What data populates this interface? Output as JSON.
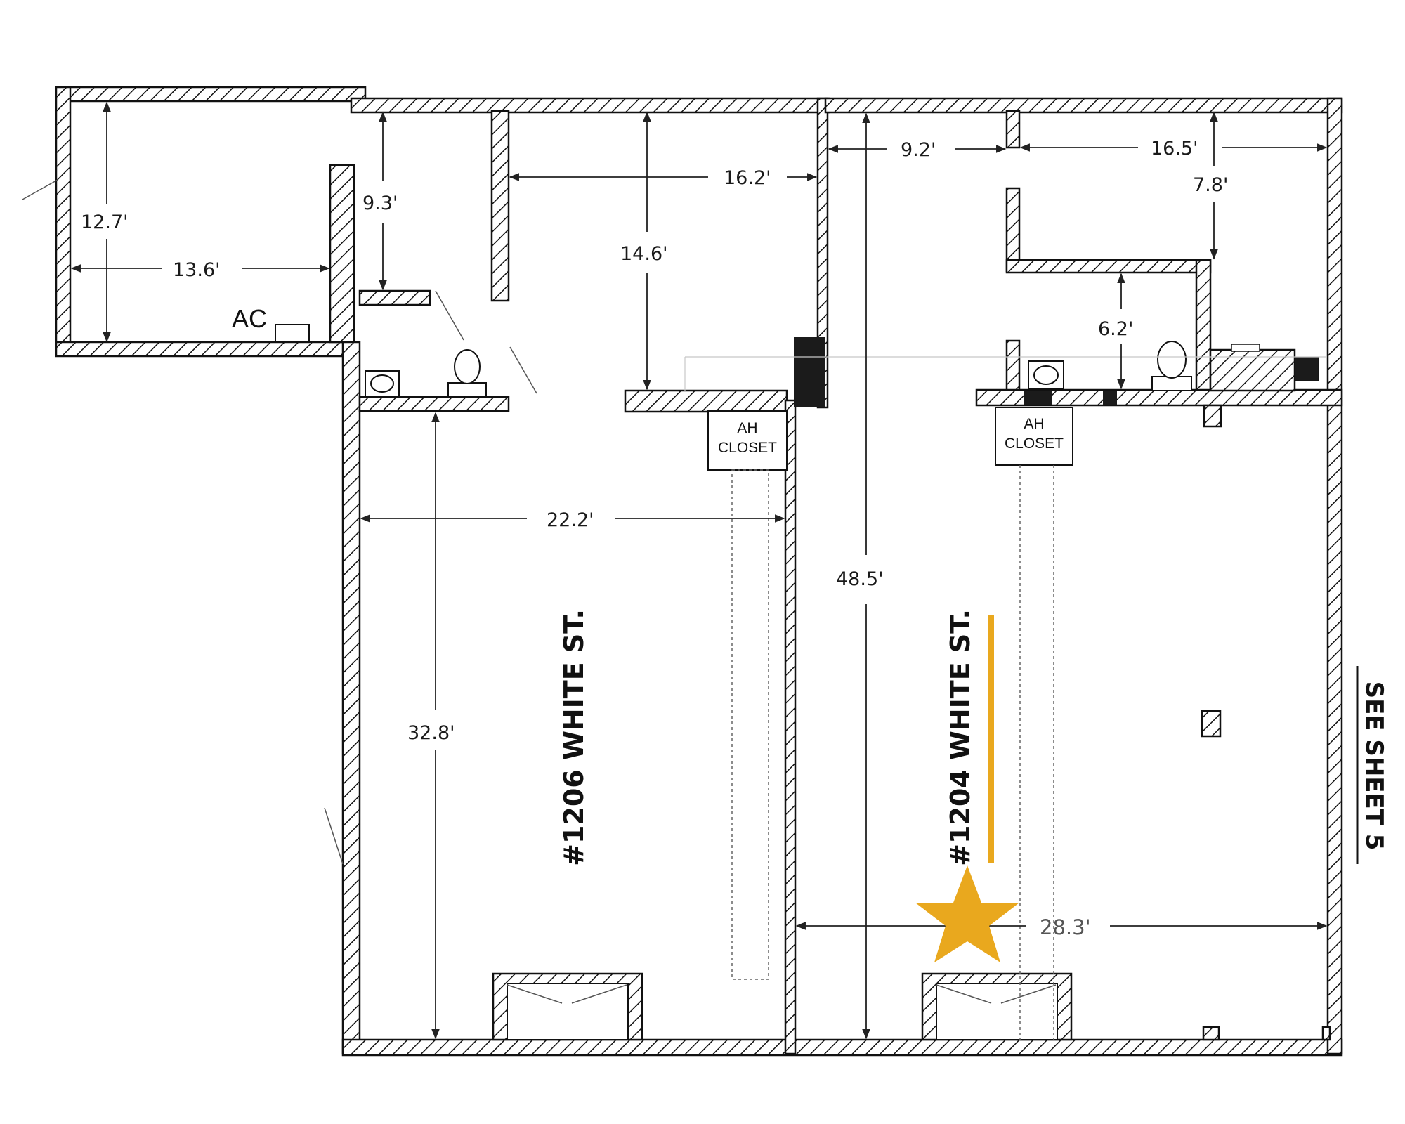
{
  "units": [
    {
      "id": "1206",
      "label": "#1206 WHITE ST."
    },
    {
      "id": "1204",
      "label": "#1204 WHITE ST."
    }
  ],
  "dimensions": {
    "d_12_7": "12.7'",
    "d_13_6": "13.6'",
    "d_9_3": "9.3'",
    "d_16_2": "16.2'",
    "d_14_6": "14.6'",
    "d_22_2": "22.2'",
    "d_32_8": "32.8'",
    "d_9_2": "9.2'",
    "d_16_5": "16.5'",
    "d_7_8": "7.8'",
    "d_6_2": "6.2'",
    "d_48_5": "48.5'",
    "d_28_3": "28.3'"
  },
  "labels": {
    "ac": "AC",
    "ah_closet_line1": "AH",
    "ah_closet_line2": "CLOSET",
    "see_sheet": "SEE  SHEET 5"
  },
  "colors": {
    "marker": "#E9A81E",
    "wall_stroke": "#111111"
  },
  "marker_icon": "star-icon"
}
